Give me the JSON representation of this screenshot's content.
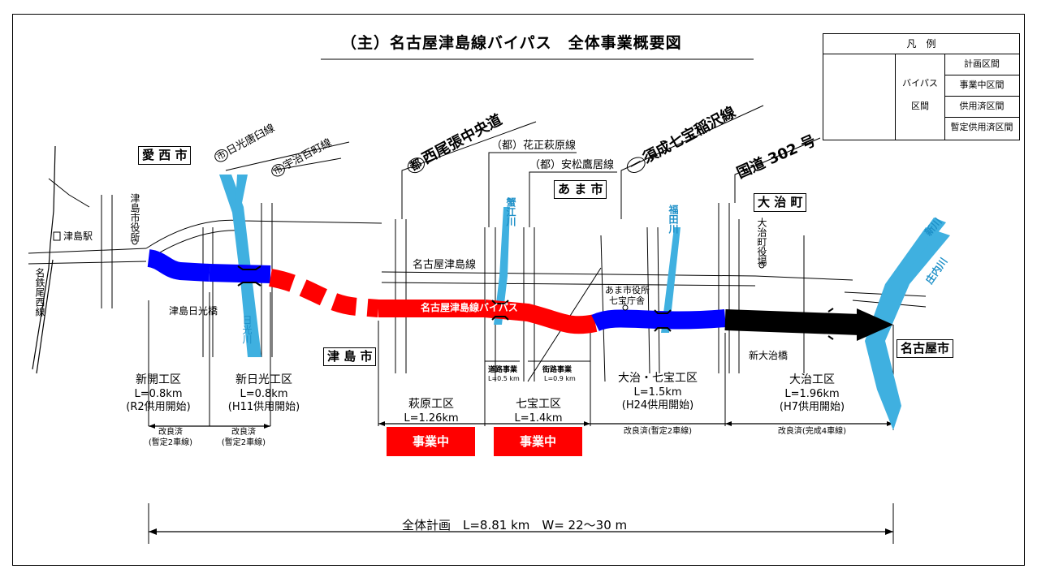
{
  "title": "（主）名古屋津島線バイパス　全体事業概要図",
  "legend": {
    "header": "凡　例",
    "group_line1": "バイパス",
    "group_line2": "区間",
    "items": [
      {
        "label": "計画区間",
        "color": "#ff0000",
        "style": "dashed"
      },
      {
        "label": "事業中区間",
        "color": "#ff0000",
        "style": "solid"
      },
      {
        "label": "供用済区間",
        "color": "#000000",
        "style": "solid"
      },
      {
        "label": "暫定供用済区間",
        "color": "#0000ff",
        "style": "solid"
      }
    ]
  },
  "places": {
    "aisai": "愛 西 市",
    "tsushima": "津 島 市",
    "ama": "あ ま 市",
    "oharu": "大 治 町",
    "nagoya": "名古屋市"
  },
  "roads": {
    "nikko_karausu": "日光唐臼線",
    "uji_hyakucho": "宇治百町線",
    "nishibiwajima": "西尾張中央道",
    "hanamasa": "（都）花正萩原線",
    "yasumatsu": "（都）安松鷹居線",
    "sunari": "須成七宝稲沢線",
    "route302": "国道 302 号",
    "nagoya_tsushima": "名古屋津島線",
    "bypass": "名古屋津島線バイパス",
    "shi_mark": "市",
    "to_mark": "都",
    "ichi_mark": "一"
  },
  "landmarks": {
    "tsushima_station": "津島駅",
    "tsushima_cityhall": "津島市役所",
    "meitetsu": "名鉄尾西線",
    "tsushima_nikko_bridge": "津島日光橋",
    "ama_office_1": "あま市役所",
    "ama_office_2": "七宝庁舎",
    "oharu_office": "大治町役場",
    "shin_ohari_bridge": "新大治橋"
  },
  "rivers": {
    "nikko": "日光川",
    "kanie": "蟹江川",
    "fukuda": "福田川",
    "shin": "新川",
    "shonai": "庄内川"
  },
  "sections": [
    {
      "name": "新開工区",
      "length": "L=0.8km",
      "status": "(R2供用開始)",
      "note1": "改良済",
      "note2": "(暫定2車線)"
    },
    {
      "name": "新日光工区",
      "length": "L=0.8km",
      "status": "(H11供用開始)",
      "note1": "改良済",
      "note2": "(暫定2車線)"
    },
    {
      "name": "萩原工区",
      "length": "L=1.26km",
      "badge": "事業中"
    },
    {
      "name": "七宝工区",
      "length": "L=1.4km",
      "badge": "事業中"
    },
    {
      "name": "大治・七宝工区",
      "length": "L=1.5km",
      "status": "(H24供用開始)",
      "note": "改良済(暫定2車線)"
    },
    {
      "name": "大治工区",
      "length": "L=1.96km",
      "status": "(H7供用開始)",
      "note": "改良済(完成4車線)"
    }
  ],
  "sub_projects": {
    "road_project": "道路事業",
    "road_length": "L=0.5 km",
    "street_project": "街路事業",
    "street_length": "L=0.9 km"
  },
  "total": "全体計画　L=8.81 km　W= 22～30 m"
}
